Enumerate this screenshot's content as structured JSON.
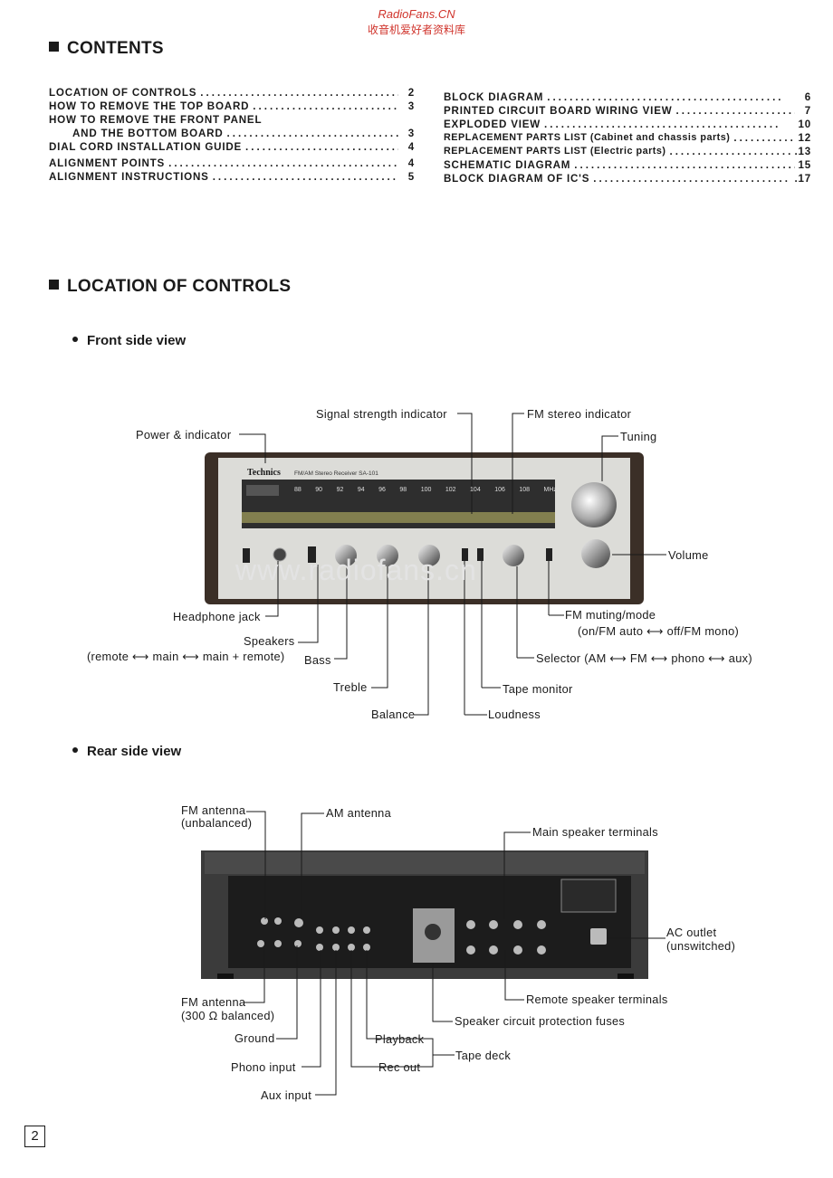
{
  "watermark": {
    "site": "RadioFans.CN",
    "cn": "收音机爱好者资料库"
  },
  "contents": {
    "title": "CONTENTS",
    "left": [
      {
        "label": "LOCATION OF CONTROLS",
        "page": "2"
      },
      {
        "label": "HOW TO REMOVE THE TOP BOARD",
        "page": "3"
      },
      {
        "label": "HOW TO REMOVE THE FRONT PANEL",
        "page": ""
      },
      {
        "label": "AND THE BOTTOM BOARD",
        "page": "3"
      },
      {
        "label": "DIAL CORD INSTALLATION GUIDE",
        "page": "4"
      },
      {
        "label": "ALIGNMENT POINTS",
        "page": "4"
      },
      {
        "label": "ALIGNMENT INSTRUCTIONS",
        "page": "5"
      }
    ],
    "right": [
      {
        "label": "BLOCK DIAGRAM",
        "page": "6"
      },
      {
        "label": "PRINTED CIRCUIT BOARD WIRING VIEW",
        "page": "7"
      },
      {
        "label": "EXPLODED VIEW",
        "page": "10"
      },
      {
        "label": "REPLACEMENT PARTS LIST (Cabinet and chassis parts)",
        "page": "12"
      },
      {
        "label": "REPLACEMENT PARTS LIST (Electric parts)",
        "page": ".13"
      },
      {
        "label": "SCHEMATIC DIAGRAM",
        "page": "15"
      },
      {
        "label": "BLOCK DIAGRAM OF IC'S",
        "page": ".17"
      }
    ]
  },
  "location": {
    "title": "LOCATION OF CONTROLS",
    "front_title": "Front side view",
    "rear_title": "Rear side view"
  },
  "front_panel": {
    "brand": "Technics",
    "model": "FM/AM Stereo Receiver SA-101",
    "dial_numbers": [
      "88",
      "90",
      "92",
      "94",
      "96",
      "98",
      "100",
      "102",
      "104",
      "106",
      "108"
    ],
    "dial_unit": "MHz",
    "watermark": "www.radiofans.cn"
  },
  "front_labels": {
    "signal": "Signal strength indicator",
    "fmstereo": "FM stereo indicator",
    "power": "Power & indicator",
    "tuning": "Tuning",
    "volume": "Volume",
    "headphone": "Headphone jack",
    "speakers": "Speakers",
    "speakers_sub": "(remote ⟷ main ⟷ main + remote)",
    "bass": "Bass",
    "treble": "Treble",
    "balance": "Balance",
    "loudness": "Loudness",
    "tape_monitor": "Tape monitor",
    "selector": "Selector (AM ⟷ FM ⟷ phono ⟷ aux)",
    "fm_muting": "FM muting/mode",
    "fm_muting_sub": "(on/FM auto ⟷ off/FM mono)"
  },
  "rear_labels": {
    "fm_unbal": "FM antenna",
    "fm_unbal_sub": "(unbalanced)",
    "am": "AM antenna",
    "main_spk": "Main speaker terminals",
    "ac": "AC outlet",
    "ac_sub": "(unswitched)",
    "fm_bal": "FM antenna",
    "fm_bal_sub": "(300 Ω balanced)",
    "remote_spk": "Remote speaker terminals",
    "fuses": "Speaker circuit protection fuses",
    "ground": "Ground",
    "playback": "Playback",
    "tape_deck": "Tape deck",
    "phono": "Phono input",
    "rec_out": "Rec out",
    "aux": "Aux input"
  },
  "page_number": "2"
}
